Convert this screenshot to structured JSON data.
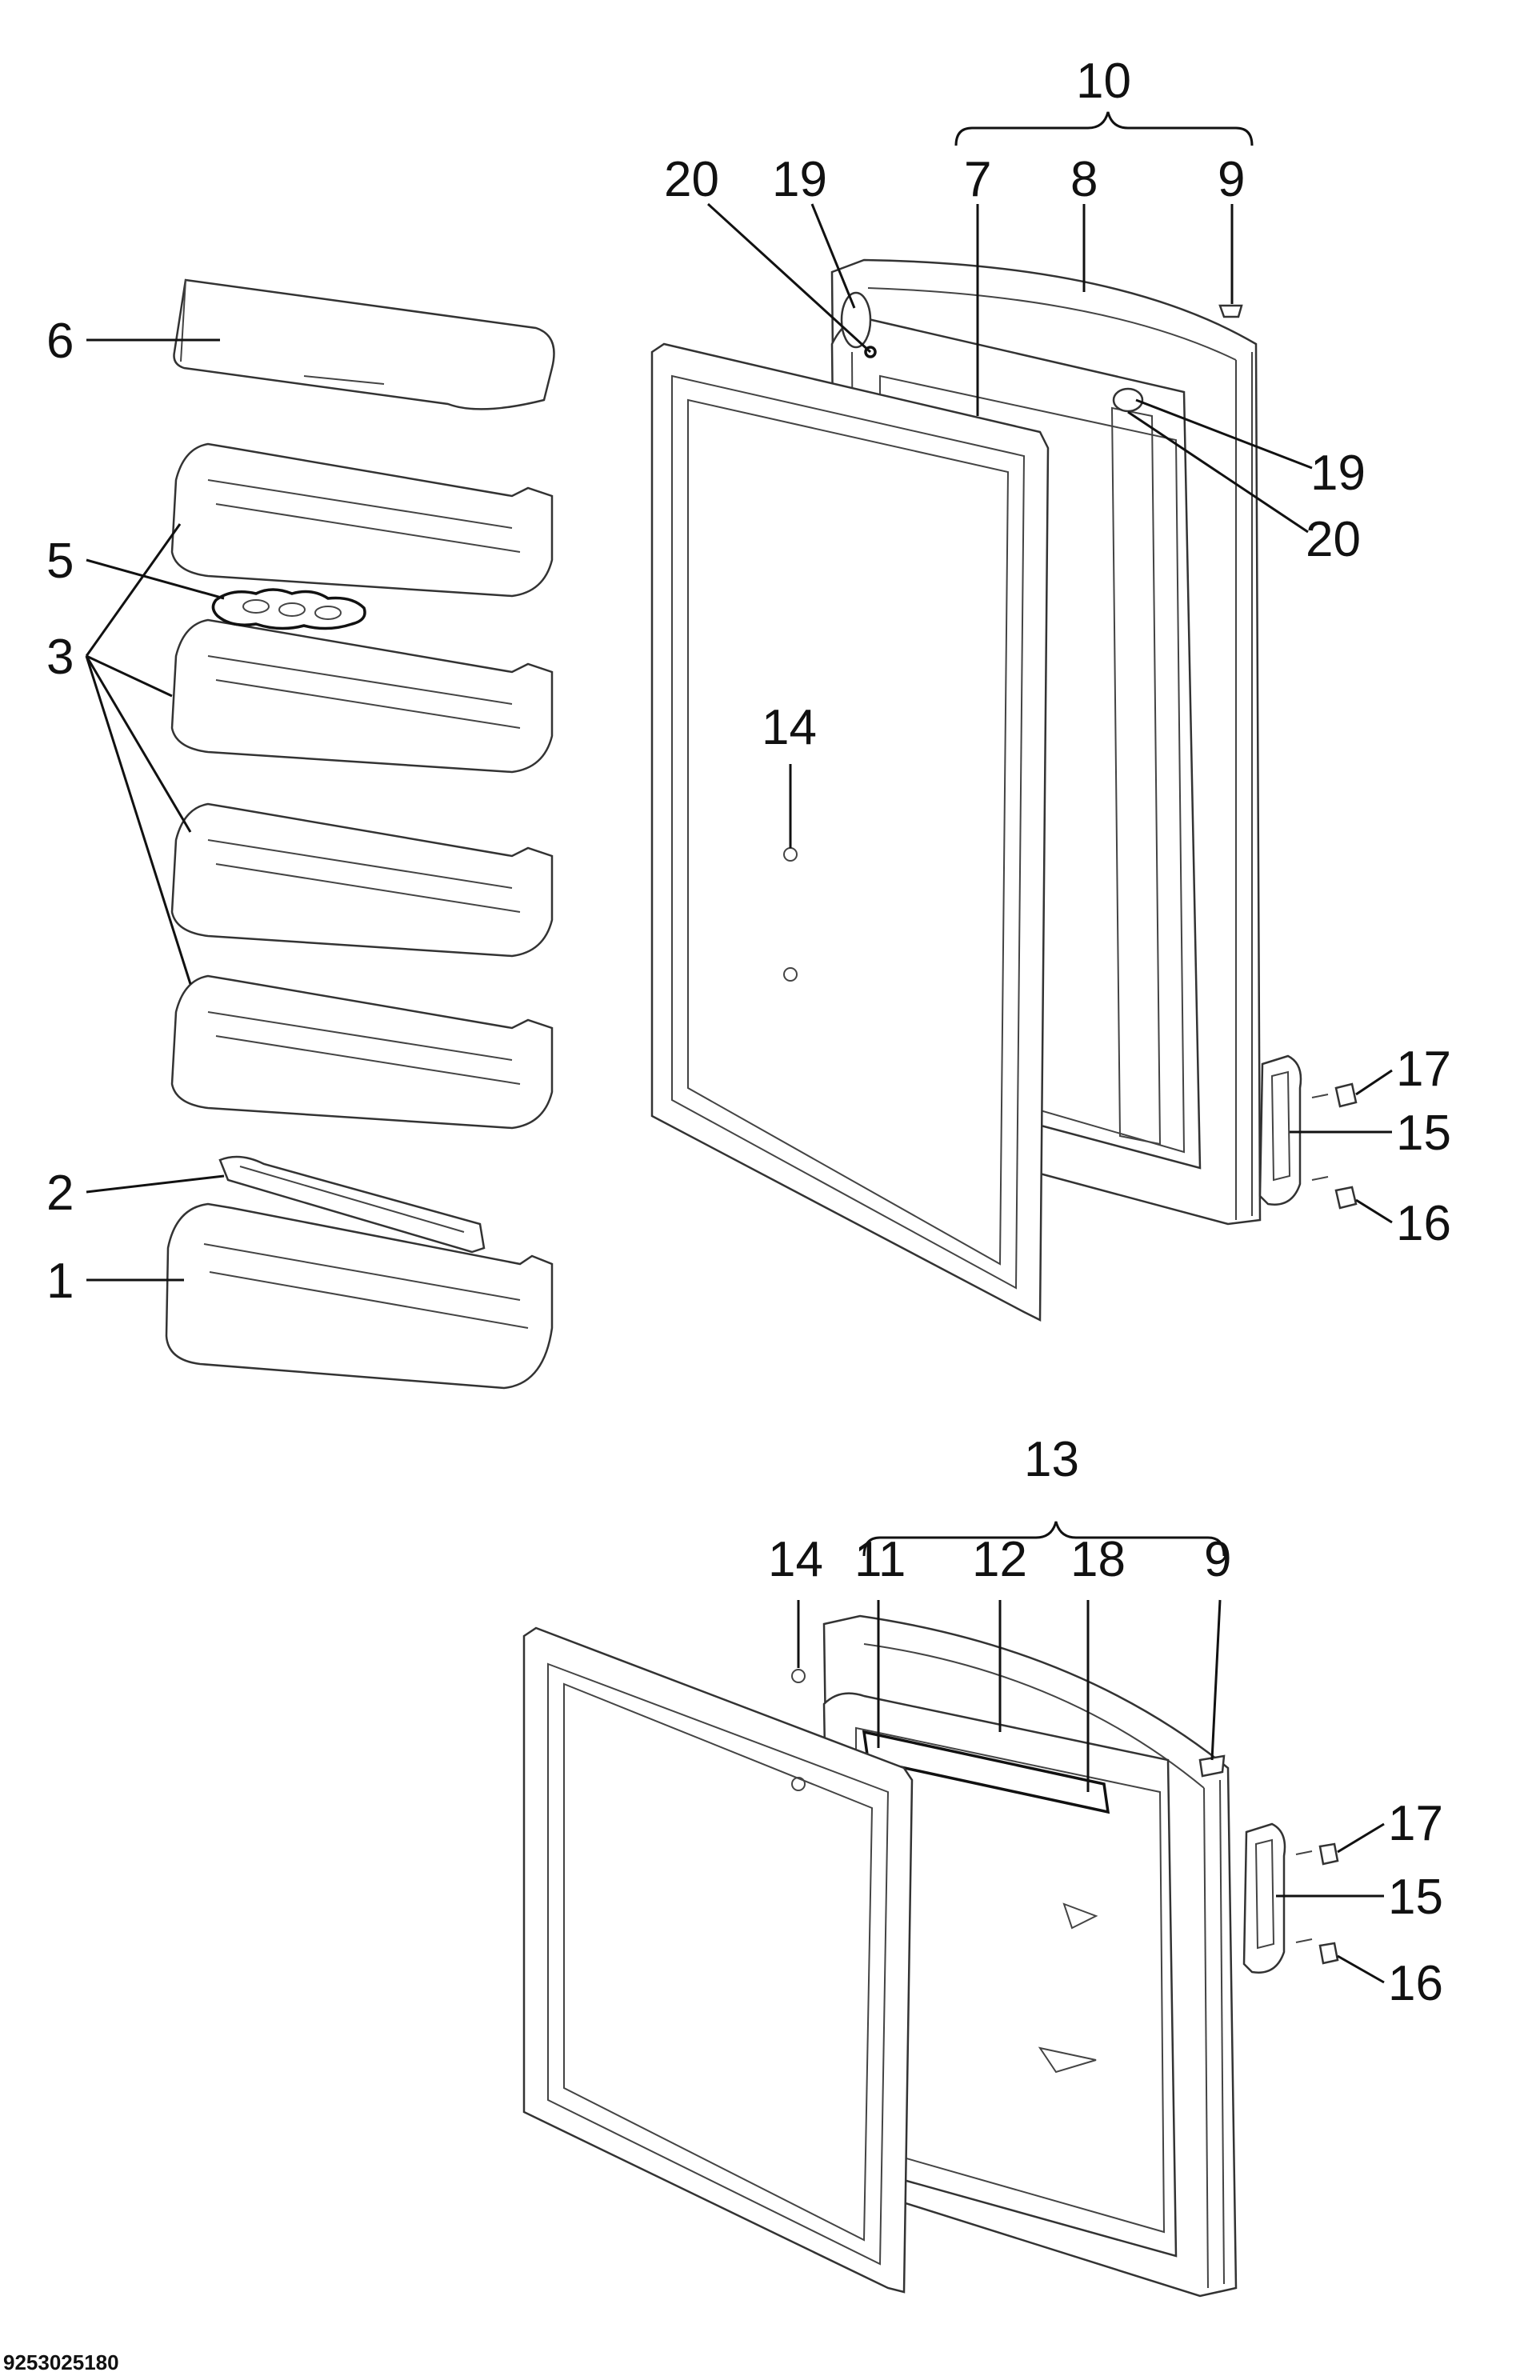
{
  "drawing_code": "9253025180",
  "labels": {
    "l1": "1",
    "l2": "2",
    "l3": "3",
    "l5": "5",
    "l6": "6",
    "l7": "7",
    "l8": "8",
    "l9a": "9",
    "l10": "10",
    "l14a": "14",
    "l15a": "15",
    "l16a": "16",
    "l17a": "17",
    "l19a": "19",
    "l19b": "19",
    "l20a": "20",
    "l20b": "20",
    "l13": "13",
    "l14b": "14",
    "l11": "11",
    "l12": "12",
    "l18": "18",
    "l9b": "9",
    "l15b": "15",
    "l16b": "16",
    "l17b": "17"
  }
}
